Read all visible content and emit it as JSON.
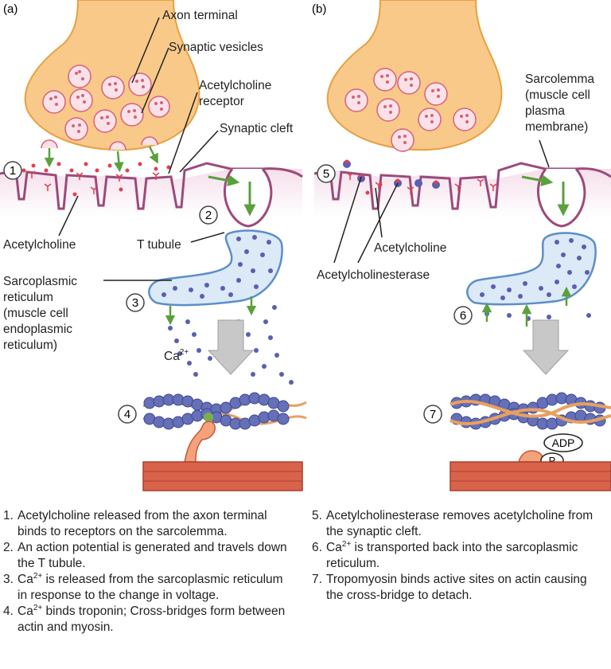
{
  "panels": {
    "a": {
      "label": "(a)"
    },
    "b": {
      "label": "(b)"
    }
  },
  "labels": {
    "axon_terminal": "Axon terminal",
    "synaptic_vesicles": "Synaptic vesicles",
    "ach_receptor_1": "Acetylcholine",
    "ach_receptor_2": "receptor",
    "synaptic_cleft": "Synaptic cleft",
    "acetylcholine_a": "Acetylcholine",
    "t_tubule": "T tubule",
    "sr_1": "Sarcoplasmic",
    "sr_2": "reticulum",
    "sr_3": "(muscle cell",
    "sr_4": "endoplasmic",
    "sr_5": "reticulum)",
    "ca_base": "Ca",
    "ca_sup": "2+",
    "sarcolemma_1": "Sarcolemma",
    "sarcolemma_2": "(muscle cell",
    "sarcolemma_3": "plasma",
    "sarcolemma_4": "membrane)",
    "acetylcholine_b": "Acetylcholine",
    "acetylcholinesterase": "Acetylcholinesterase",
    "adp": "ADP",
    "p": "P"
  },
  "markers": [
    "1",
    "2",
    "3",
    "4",
    "5",
    "6",
    "7"
  ],
  "colors": {
    "axon": "#f9c98a",
    "axon_stroke": "#e8a040",
    "membrane": "#9c4a7a",
    "cytoplasm": "#f2dbe8",
    "sr_fill": "#dce9f7",
    "sr_stroke": "#5a8fc8",
    "calcium": "#5a5fb0",
    "arrow_green": "#5aa03c",
    "myosin": "#c8553c",
    "tropomyosin": "#e8a060"
  },
  "steps_left": [
    {
      "num": "1.",
      "text": "Acetylcholine released from the axon terminal binds to receptors on the sarcolemma."
    },
    {
      "num": "2.",
      "text": "An action potential is generated and travels down the T tubule."
    },
    {
      "num": "3.",
      "pre": "Ca",
      "sup": "2+",
      "text": " is released from the sarcoplasmic reticulum in response to the change in voltage."
    },
    {
      "num": "4.",
      "pre": "Ca",
      "sup": "2+",
      "text": " binds troponin; Cross-bridges form between actin and myosin."
    }
  ],
  "steps_right": [
    {
      "num": "5.",
      "text": "Acetylcholinesterase removes acetylcholine from the synaptic cleft."
    },
    {
      "num": "6.",
      "pre": "Ca",
      "sup": "2+",
      "text": " is transported back into the sarcoplasmic reticulum."
    },
    {
      "num": "7.",
      "text": "Tropomyosin binds active sites on actin causing the cross-bridge to detach."
    }
  ]
}
